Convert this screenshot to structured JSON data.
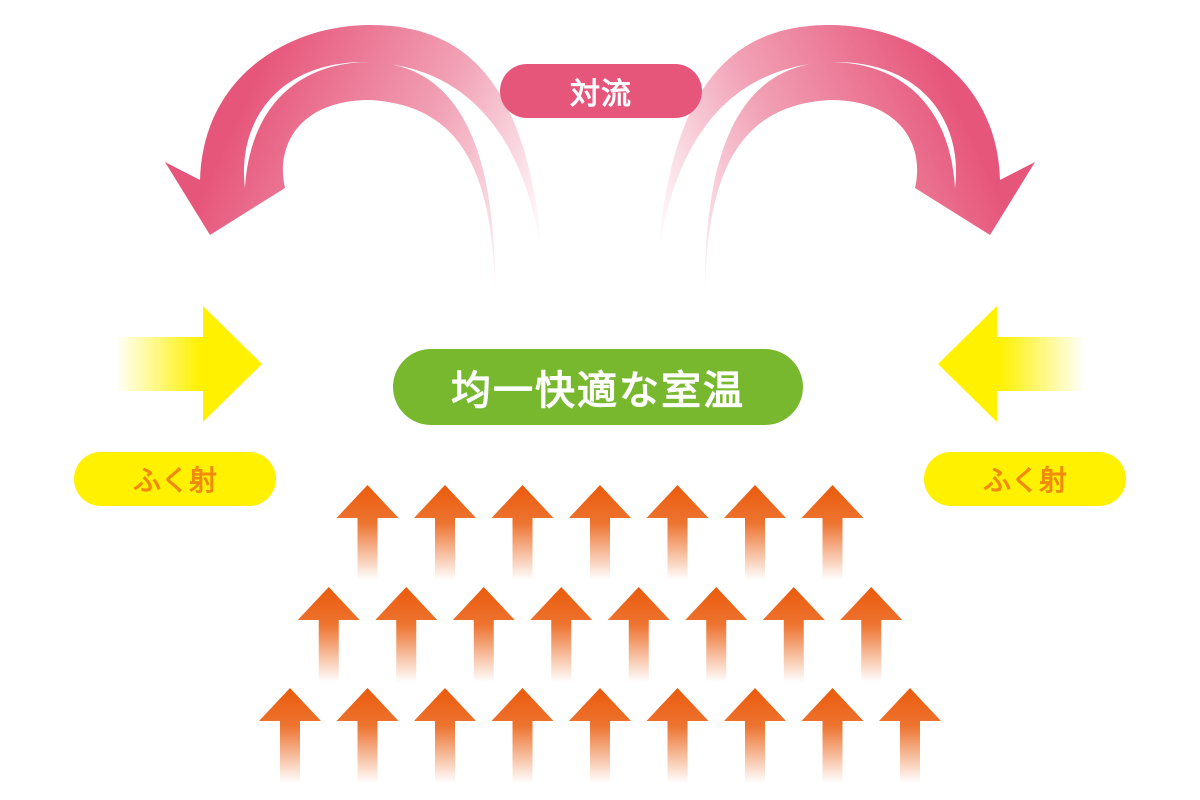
{
  "labels": {
    "convection": "対流",
    "center": "均一快適な室温",
    "radiation_left": "ふく射",
    "radiation_right": "ふく射"
  },
  "colors": {
    "convection": "#e6557a",
    "center": "#77b82f",
    "radiation_fill": "#fff100",
    "radiation_text": "#f08a0d",
    "heat_arrow": "#ea5b0c"
  },
  "icons": {
    "convection_arrows": "curved-arrow-icon",
    "radiation_arrows": "right-arrow-icon",
    "heat_arrows": "up-arrow-icon"
  },
  "heat_arrow_rows": [
    {
      "count": 7
    },
    {
      "count": 8
    },
    {
      "count": 9
    }
  ]
}
